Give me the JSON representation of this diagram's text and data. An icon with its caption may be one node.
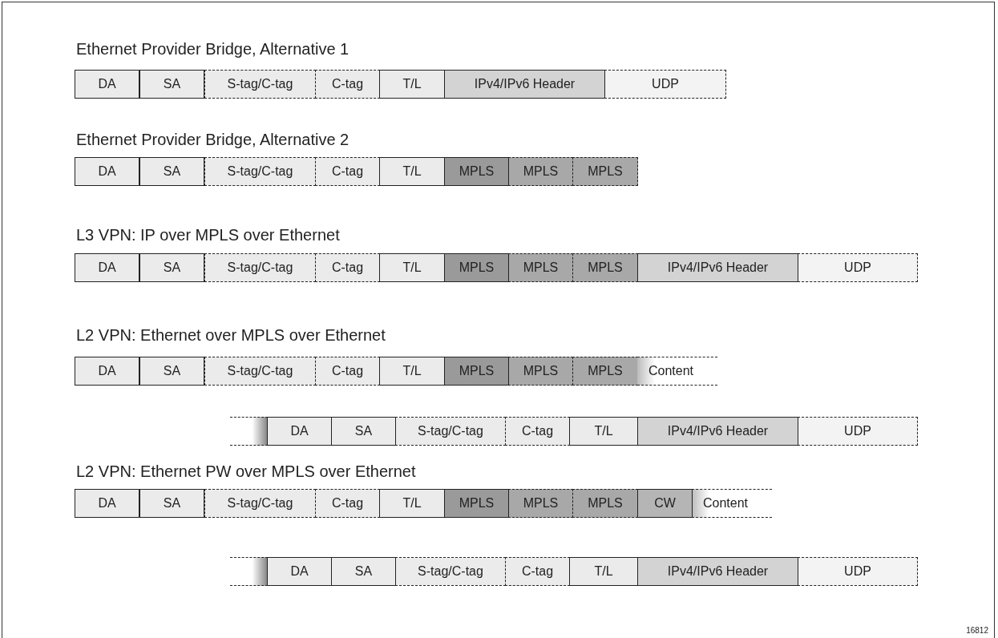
{
  "diagram": {
    "nodes": [
      {
        "text": [
          "DA"
        ]
      },
      {
        "text": [
          "SA"
        ]
      },
      {
        "text": [
          "S-tag/C-tag"
        ]
      },
      {
        "text": [
          "C-tag"
        ]
      },
      {
        "text": [
          "T/L"
        ]
      },
      {
        "text": [
          "IPv4/IPv6 Header"
        ]
      },
      {
        "text": [
          "UDP"
        ]
      },
      {
        "text": [
          "DA"
        ]
      },
      {
        "text": [
          "SA"
        ]
      },
      {
        "text": [
          "S-tag/C-tag"
        ]
      },
      {
        "text": [
          "C-tag"
        ]
      },
      {
        "text": [
          "T/L"
        ]
      },
      {
        "text": [
          "MPLS"
        ]
      },
      {
        "text": [
          "MPLS"
        ]
      },
      {
        "text": [
          "MPLS"
        ]
      },
      {
        "text": [
          "DA"
        ]
      },
      {
        "text": [
          "SA"
        ]
      },
      {
        "text": [
          "S-tag/C-tag"
        ]
      },
      {
        "text": [
          "C-tag"
        ]
      },
      {
        "text": [
          "T/L"
        ]
      },
      {
        "text": [
          "MPLS"
        ]
      },
      {
        "text": [
          "MPLS"
        ]
      },
      {
        "text": [
          "MPLS"
        ]
      },
      {
        "text": [
          "IPv4/IPv6 Header"
        ]
      },
      {
        "text": [
          "UDP"
        ]
      },
      {
        "text": [
          "DA"
        ]
      },
      {
        "text": [
          "SA"
        ]
      },
      {
        "text": [
          "S-tag/C-tag"
        ]
      },
      {
        "text": [
          "C-tag"
        ]
      },
      {
        "text": [
          "T/L"
        ]
      },
      {
        "text": [
          "MPLS"
        ]
      },
      {
        "text": [
          "MPLS"
        ]
      },
      {
        "text": [
          "MPLS"
        ]
      },
      {
        "text": [
          "Content"
        ]
      },
      {
        "text": [],
        "shape": "box"
      },
      {
        "text": [
          "DA"
        ]
      },
      {
        "text": [
          "SA"
        ]
      },
      {
        "text": [
          "S-tag/C-tag"
        ]
      },
      {
        "text": [
          "C-tag"
        ]
      },
      {
        "text": [
          "T/L"
        ]
      },
      {
        "text": [
          "IPv4/IPv6 Header"
        ]
      },
      {
        "text": [
          "UDP"
        ]
      },
      {
        "text": [
          "DA"
        ]
      },
      {
        "text": [
          "SA"
        ]
      },
      {
        "text": [
          "S-tag/C-tag"
        ]
      },
      {
        "text": [
          "C-tag"
        ]
      },
      {
        "text": [
          "T/L"
        ]
      },
      {
        "text": [
          "MPLS"
        ]
      },
      {
        "text": [
          "MPLS"
        ]
      },
      {
        "text": [
          "MPLS"
        ]
      },
      {
        "text": [
          "CW"
        ]
      },
      {
        "text": [
          "Content"
        ]
      },
      {
        "text": [],
        "shape": "box"
      },
      {
        "text": [
          "DA"
        ]
      },
      {
        "text": [
          "SA"
        ]
      },
      {
        "text": [
          "S-tag/C-tag"
        ]
      },
      {
        "text": [
          "C-tag"
        ]
      },
      {
        "text": [
          "T/L"
        ]
      },
      {
        "text": [
          "IPv4/IPv6 Header"
        ]
      },
      {
        "text": [
          "UDP"
        ]
      }
    ],
    "labels": [
      "Ethernet Provider Bridge, Alternative 1",
      "Ethernet Provider Bridge, Alternative 2",
      "L3 VPN: IP over MPLS over Ethernet",
      "L2 VPN: Ethernet over MPLS over Ethernet",
      "L2 VPN: Ethernet PW over MPLS over Ethernet",
      "16812"
    ]
  }
}
